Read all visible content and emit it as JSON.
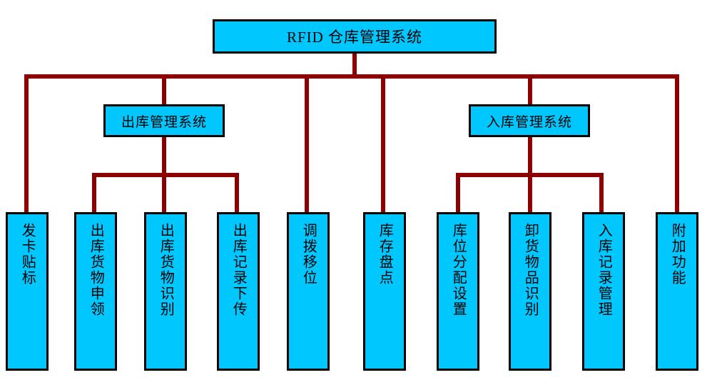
{
  "diagram": {
    "title": "RFID 仓库管理系统",
    "type": "hierarchy-tree",
    "orientation": "top-down",
    "levels": 3,
    "colors": {
      "node_fill": "#00C8FF",
      "node_border": "#000000",
      "connector": "#8B0000",
      "background": "#FFFFFF",
      "text": "#000000"
    },
    "root": {
      "label": "RFID 仓库管理系统"
    },
    "mid_nodes": [
      {
        "label": "出库管理系统"
      },
      {
        "label": "入库管理系统"
      }
    ],
    "leaves": [
      {
        "label": "发卡贴标"
      },
      {
        "label": "出库货物申领"
      },
      {
        "label": "出库货物识别"
      },
      {
        "label": "出库记录下传"
      },
      {
        "label": "调拨移位"
      },
      {
        "label": "库存盘点"
      },
      {
        "label": "库位分配设置"
      },
      {
        "label": "卸货物品识别"
      },
      {
        "label": "入库记录管理"
      },
      {
        "label": "附加功能"
      }
    ]
  }
}
